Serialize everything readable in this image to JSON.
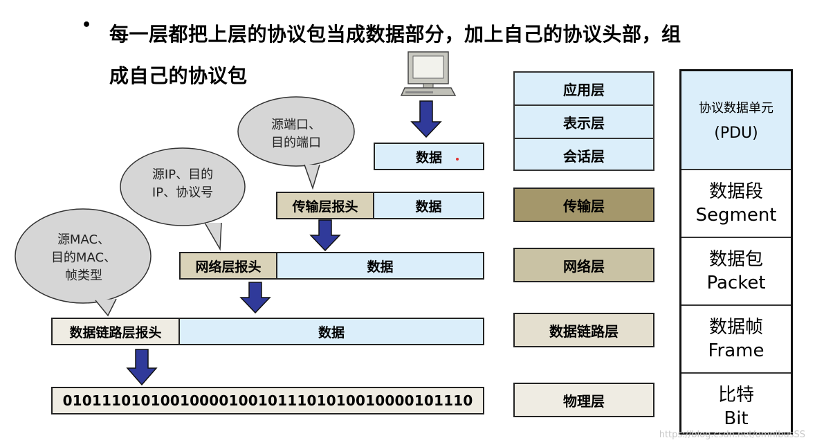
{
  "bullet": "•",
  "title_line1": "每一层都把上层的协议包当成数据部分，加上自己的协议头部，组",
  "title_line2": "成自己的协议包",
  "bubbles": {
    "transport": [
      "源端口、",
      "目的端口"
    ],
    "network": [
      "源IP、目的",
      "IP、协议号"
    ],
    "datalink": [
      "源MAC、",
      "目的MAC、",
      "帧类型"
    ]
  },
  "encapsulation": {
    "data": "数据",
    "transport_header": "传输层报头",
    "network_header": "网络层报头",
    "datalink_header": "数据链路层报头",
    "bits": "010111010100100001001011101010010000101110"
  },
  "layers": {
    "application": "应用层",
    "presentation": "表示层",
    "session": "会话层",
    "transport": "传输层",
    "network": "网络层",
    "datalink": "数据链路层",
    "physical": "物理层"
  },
  "pdu": {
    "title": "协议数据单元",
    "abbr": "(PDU)",
    "units": [
      {
        "cn": "数据段",
        "en": "Segment"
      },
      {
        "cn": "数据包",
        "en": "Packet"
      },
      {
        "cn": "数据帧",
        "en": "Frame"
      },
      {
        "cn": "比特",
        "en": "Bit"
      }
    ]
  },
  "watermark": "https://blog.csdn.net/omnibusSS"
}
